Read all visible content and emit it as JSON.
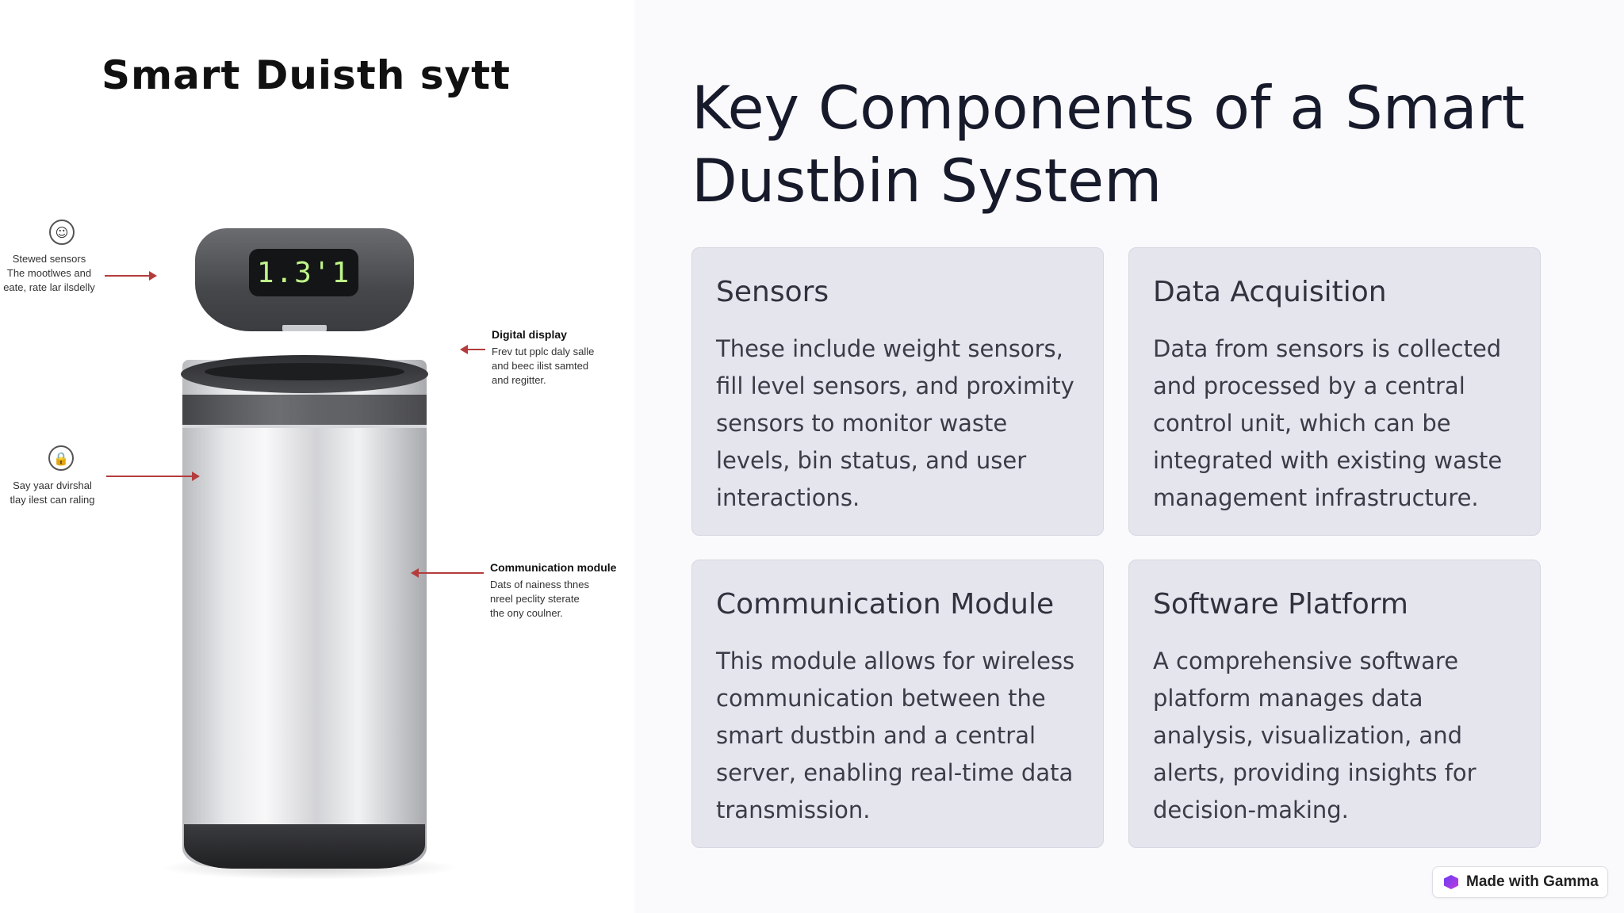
{
  "illustration": {
    "title": "Smart Duisth sytt",
    "display_reading": "1.3'1",
    "callouts": {
      "sensors": {
        "head": "Stewed sensors",
        "lines": [
          "The mootlwes and",
          "eate, rate lar ilsdelly"
        ]
      },
      "digital_display": {
        "head": "Digital display",
        "lines": [
          "Frev tut pplc daly salle",
          "and beec ilist samted",
          "and regitter."
        ]
      },
      "lock": {
        "lines": [
          "Say yaar dvirshal",
          "tlay ilest can raling"
        ]
      },
      "communication": {
        "head": "Communication module",
        "lines": [
          "Dats of nainess thnes",
          "nreel peclity sterate",
          "the ony coulner."
        ]
      }
    }
  },
  "slide": {
    "title": "Key Components of a Smart Dustbin System",
    "cards": [
      {
        "heading": "Sensors",
        "body": "These include weight sensors, fill level sensors, and proximity sensors to monitor waste levels, bin status, and user interactions."
      },
      {
        "heading": "Data Acquisition",
        "body": "Data from sensors is collected and processed by a central control unit, which can be integrated with existing waste management infrastructure."
      },
      {
        "heading": "Communication Module",
        "body": "This module allows for wireless communication between the smart dustbin and a central server, enabling real-time data transmission."
      },
      {
        "heading": "Software Platform",
        "body": "A comprehensive software platform manages data analysis, visualization, and alerts, providing insights for decision-making."
      }
    ]
  },
  "badge": {
    "label": "Made with Gamma",
    "icon": "gamma-logo-icon"
  },
  "colors": {
    "background": "#fafafc",
    "card_background": "#e4e5ed",
    "title_text": "#171a2b",
    "arrow": "#b43c3c",
    "display_digits": "#bff58a"
  }
}
